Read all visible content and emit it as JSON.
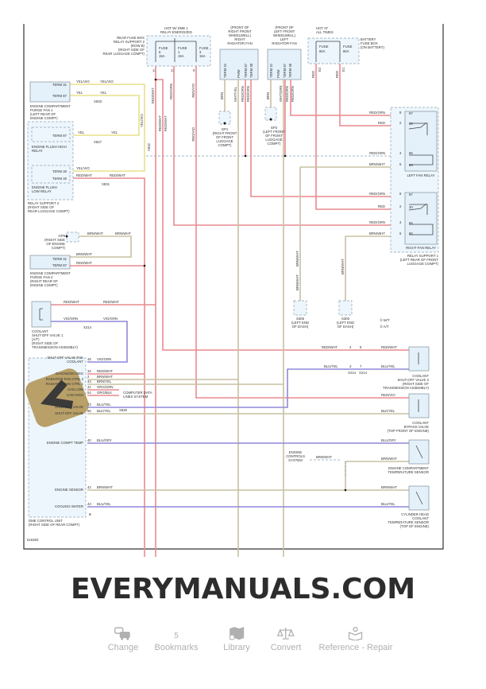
{
  "diagram_id": "516350",
  "colors": {
    "red_wire": "#e98a8f",
    "yellow_wire": "#e8e08a",
    "purple_wire": "#8f89d8",
    "tan_wire": "#c8c0a2",
    "component_fill": "#e4f1fa",
    "watermark": "#2d2d2d",
    "logo": "#b8a068"
  },
  "top_fuse_box": {
    "header": [
      "HOT W/ DME 1",
      "RELAY ENERGIZED"
    ],
    "location": [
      "REAR FUSE BOX",
      "RELAY SUPPORT 2",
      "(ROW B)",
      "(RIGHT SIDE OF",
      "REAR LUGGAGE COMPT)"
    ],
    "fuses": [
      {
        "label": "FUSE",
        "num": "6",
        "amp": "15A",
        "pin": "12"
      },
      {
        "label": "FUSE",
        "num": "1",
        "amp": "15A",
        "pin": "11"
      },
      {
        "label": "FUSE",
        "num": "3",
        "amp": "15A",
        "pin": "9"
      }
    ],
    "wires": [
      "RED/WHT",
      "RED/GRN",
      "RED/VIO",
      "RED/WHT",
      "RED/WHT",
      "RED/VIO"
    ]
  },
  "right_fan": {
    "location": [
      "(FRONT OF",
      "RIGHT FRONT",
      "WHEELWELL)",
      "RIGHT",
      "RADIATOR FAN"
    ],
    "pins": [
      "TERM 31",
      "PWM",
      "TERM 87",
      "TERM 30"
    ],
    "wires": [
      "BRN",
      "WHT/YEL",
      "RED/GRN",
      "RED/GRN"
    ],
    "ground": [
      "GP1",
      "(RIGHT FRONT",
      "OF FRONT",
      "LUGGAGE",
      "COMPT)"
    ]
  },
  "left_fan": {
    "location": [
      "(FRONT OF",
      "LEFT FRONT",
      "WHEELWELL)",
      "LEFT",
      "RADIATOR FAN"
    ],
    "pins": [
      "TERM 31",
      "PWM",
      "TERM 87",
      "TERM 30"
    ],
    "wires": [
      "BRN",
      "WHT/GRN",
      "RED/GRN",
      "RED/GRN"
    ],
    "ground": [
      "GP2",
      "(LEFT FRONT",
      "OF FRONT",
      "LUGGAGE",
      "COMPT)"
    ]
  },
  "battery_fuse": {
    "header": [
      "HOT AT",
      "ALL TIMES"
    ],
    "location": [
      "BATTERY",
      "FUSE BOX",
      "(ON BATTERY)"
    ],
    "fuses": [
      {
        "label": "FUSE",
        "amp": "80A",
        "pin": "E2"
      },
      {
        "label": "FUSE",
        "amp": "80A",
        "pin": "E1"
      }
    ],
    "wires": [
      "RED",
      "RED"
    ]
  },
  "relay_support_1": {
    "location": [
      "RELAY SUPPORT 1",
      "(LEFT REAR OF FRONT",
      "LUGGAGE COMPT)"
    ],
    "left_relay": {
      "name": "LEFT FAN RELAY",
      "pins": [
        {
          "num": "8",
          "term": "87",
          "wire": "RED/GRN"
        },
        {
          "num": "2",
          "term": "30",
          "wire": "RED"
        },
        {
          "num": "4",
          "term": "85",
          "wire": "RED/GRN"
        },
        {
          "num": "6",
          "term": "86",
          "wire": "BRN/WHT"
        }
      ]
    },
    "right_relay": {
      "name": "RIGHT FAN RELAY",
      "pins": [
        {
          "num": "8",
          "term": "87",
          "wire": "RED/GRN"
        },
        {
          "num": "2",
          "term": "30",
          "wire": "RED"
        },
        {
          "num": "4",
          "term": "85",
          "wire": "RED/GRN"
        },
        {
          "num": "6",
          "term": "86",
          "wire": "BRN/WHT"
        }
      ]
    }
  },
  "purge_fan_1": {
    "pins": [
      "TERM 31",
      "TERM 87"
    ],
    "location": [
      "ENGINE COMPARTMENT",
      "PURGE FAN 1",
      "(LEFT REAR OF",
      "ENGINE COMPT)"
    ],
    "wires": [
      "YEL/VIO",
      "YEL",
      "YEL/VIO",
      "YEL"
    ],
    "connector": "X833"
  },
  "relay_support_2": {
    "high_relay": {
      "pin": "TERM 87",
      "name": [
        "ENGINE FLUSH HIGH",
        "RELAY"
      ],
      "wires": [
        "YEL",
        "YEL"
      ],
      "connector": "X827"
    },
    "low_relay": {
      "pins": [
        "TERM 30",
        "TERM 30"
      ],
      "name": [
        "ENGINE FLUSH",
        "LOW RELAY"
      ],
      "wires": [
        "YEL/VIO",
        "RED/WHT",
        "RED/WHT"
      ],
      "connector": "X831"
    },
    "location": [
      "RELAY SUPPORT 2",
      "(RIGHT SIDE OF",
      "REAR LUGGAGE COMPT)"
    ],
    "vertical_wire": "YEL/VIO",
    "vertical_connector": "X832"
  },
  "gp9": {
    "location": [
      "GP9",
      "(RIGHT SIDE",
      "OF ENGINE",
      "COMPT)"
    ],
    "wires": [
      "BRN/WHT",
      "BRN/WHT"
    ]
  },
  "purge_fan_2": {
    "pins": [
      "TERM 31",
      "TERM 87"
    ],
    "location": [
      "ENGINE COMPARTMENT",
      "PURGE FAN 2",
      "(RIGHT REAR OF",
      "ENGINE COMPT)"
    ],
    "wires": [
      "BRN/WHT",
      "RED/WHT"
    ]
  },
  "coolant_valve_1": {
    "location": [
      "COOLANT",
      "SHUT-OFF VALVE 1",
      "(A/T)",
      "(RIGHT SIDE OF",
      "TRANSMISSION ASSEMBLY)"
    ],
    "wires": [
      "RED/WHT",
      "RED/WHT",
      "VIO/GRN",
      "VIO/GRN"
    ],
    "connector": "X214"
  },
  "control_unit": {
    "pins": [
      {
        "num": "45",
        "label": [
          "SHUT-OFF VALVE PSK",
          "COOLANT"
        ],
        "wire": "VIO/GRN"
      },
      {
        "num": "34",
        "label": [
          "DIAGNOSIS MSG"
        ],
        "wire": "RED/WHT"
      },
      {
        "num": "2",
        "label": [
          "RADIATOR FAN CTRL 2"
        ],
        "wire": "BRN/WHT"
      },
      {
        "num": "44",
        "label": [
          "RADIATOR FAN CTRL 1"
        ],
        "wire": "BRN/YEL"
      },
      {
        "num": "41",
        "label": [
          "CAN LOW"
        ],
        "wire": "ORG/GRN"
      },
      {
        "num": "54",
        "label": [
          "CAN HIGH"
        ],
        "wire": "ORG/BLK"
      },
      {
        "num": "73",
        "label": [
          "SHUT-OFF VALVE"
        ],
        "wire": "BLU/YEL"
      },
      {
        "num": "86",
        "label": [
          "SHUT-OFF VALVE"
        ],
        "wire": "BLK/YEL"
      },
      {
        "num": "40",
        "label": [
          "ENGINE COMPT TEMP"
        ],
        "wire": "BLU/GRY"
      },
      {
        "num": "42",
        "label": [
          "ENGINE SENSOR"
        ],
        "wire": "BRN/WHT"
      },
      {
        "num": "43",
        "label": [
          "COOLING WATER"
        ],
        "wire": "BLU/YEL"
      }
    ],
    "connector_b": "B",
    "computer_data": [
      "COMPUTER DATA",
      "LINES SYSTEM"
    ],
    "x830": "X830",
    "location": [
      "DME CONTROL UNIT",
      "(RIGHT SIDE OF REAR COMPT)"
    ]
  },
  "splices": {
    "s306": [
      "S306",
      "(LEFT END",
      "OF DASH)"
    ],
    "s300": [
      "S300",
      "(LEFT END",
      "OF DASH)"
    ],
    "wires": [
      "BRN/WHT",
      "BRN/WHT",
      "BRN/WHT"
    ],
    "legend": [
      "① M/T",
      "② A/T"
    ]
  },
  "coolant_valve_2": {
    "location": [
      "COOLANT",
      "SHUT-OFF VALVE 2",
      "(RIGHT SIDE OF",
      "TRANSMISSION ASSEMBLY)"
    ],
    "wires": [
      "RED/WHT",
      "RED/WHT",
      "BLU/YEL",
      "BLU/YEL"
    ],
    "conn": [
      "X214",
      "X214"
    ],
    "conn_pins": [
      "4",
      "8",
      "3",
      "7"
    ]
  },
  "bypass_valve": {
    "location": [
      "COOLANT",
      "BYPASS VALVE",
      "(TOP FRONT OF ENGINE)"
    ],
    "wires": [
      "RED/VIO",
      "BLK/YEL"
    ]
  },
  "eng_temp_sensor": {
    "location": [
      "ENGINE COMPARTMENT",
      "TEMPERATURE SENSOR"
    ],
    "wires": [
      "BLU/GRY",
      "BRN/WHT"
    ],
    "engine_controls": [
      "ENGINE",
      "CONTROLS",
      "SYSTEM"
    ],
    "ec_wire": "BRN/WHT"
  },
  "cyl_temp_sensor": {
    "location": [
      "CYLINDER HEAD",
      "COOLANT",
      "TEMPERATURE SENSOR",
      "(TOP OF ENGINE)"
    ],
    "wires": [
      "BRN/WHT",
      "BLU/YEL"
    ]
  },
  "watermark": "EVERYMANUALS.COM",
  "nav": [
    {
      "label": "Change",
      "icon": "car-change-icon"
    },
    {
      "label": "Bookmarks",
      "count": "5"
    },
    {
      "label": "Library",
      "icon": "book-map-icon"
    },
    {
      "label": "Convert",
      "icon": "scale-icon"
    },
    {
      "label": "Reference - Repair",
      "icon": "book-reader-icon"
    }
  ]
}
